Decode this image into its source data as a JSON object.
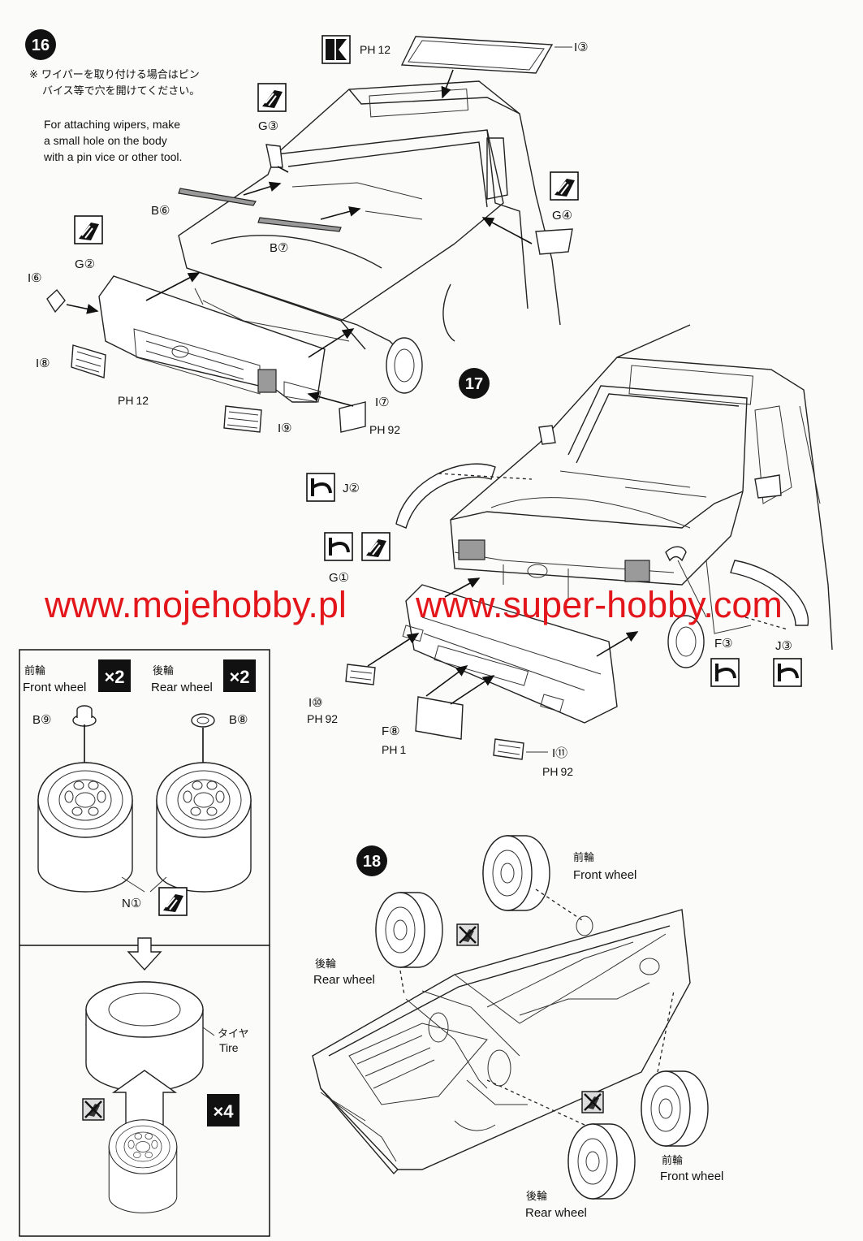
{
  "steps": [
    {
      "number": "16"
    },
    {
      "number": "17"
    },
    {
      "number": "18"
    }
  ],
  "step16": {
    "note_jp_1": "※ ワイパーを取り付ける場合はピン",
    "note_jp_2": "バイス等で穴を開けてください。",
    "note_en_1": "For attaching wipers, make",
    "note_en_2": "a small hole on the body",
    "note_en_3": "with a pin vice or other tool.",
    "parts": {
      "sunroof_color": "PH",
      "sunroof_color_num": "12",
      "sunroof": "I③",
      "mirror_left": "G③",
      "mirror_right": "G④",
      "wiper_1": "B⑥",
      "wiper_2": "B⑦",
      "bumper": "G②",
      "marker": "I⑥",
      "lamp_left": "I⑧",
      "grille_color": "PH",
      "grille_color_num": "12",
      "lamp_center": "I⑨",
      "signal": "I⑦",
      "signal_color": "PH",
      "signal_color_num": "92"
    }
  },
  "step17": {
    "parts": {
      "flare_left": "J②",
      "bumper": "G①",
      "lamp_left": "I⑩",
      "lamp_left_color": "PH",
      "lamp_left_color_num": "92",
      "plate": "F⑧",
      "plate_color": "PH",
      "plate_color_num": "1",
      "lamp_right": "I⑪",
      "lamp_right_color": "PH",
      "lamp_right_color_num": "92",
      "flare_right_front": "F③",
      "flare_right_rear": "J③"
    }
  },
  "wheels": {
    "front_jp": "前輪",
    "front_en": "Front wheel",
    "front_mult": "×2",
    "rear_jp": "後輪",
    "rear_en": "Rear wheel",
    "rear_mult": "×2",
    "front_cap": "B⑨",
    "rear_cap": "B⑧",
    "rim": "N①",
    "tire_jp": "タイヤ",
    "tire_en": "Tire",
    "tire_mult": "×4"
  },
  "step18": {
    "front_jp_1": "前輪",
    "front_en_1": "Front wheel",
    "rear_jp_1": "後輪",
    "rear_en_1": "Rear wheel",
    "front_jp_2": "前輪",
    "front_en_2": "Front wheel",
    "rear_jp_2": "後輪",
    "rear_en_2": "Rear wheel"
  },
  "watermark": {
    "left": "www.mojehobby.pl",
    "right": "www.super-hobby.com",
    "color": "#e2161b"
  },
  "icons": [
    "cement-glue-icon",
    "paint-icon",
    "no-glue-icon",
    "cut-flash-icon",
    "arrow-down-icon"
  ]
}
